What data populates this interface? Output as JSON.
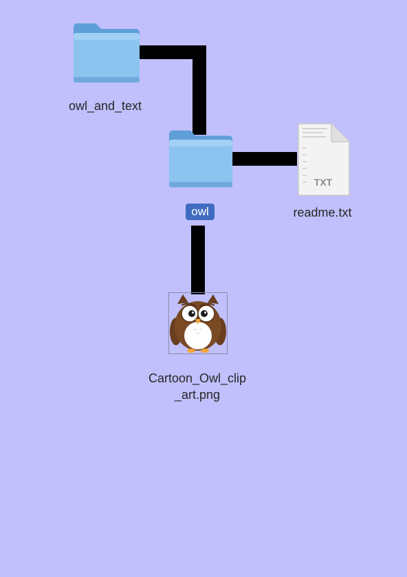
{
  "desktop": {
    "background_color": "#c1c0fd",
    "items": {
      "root_folder": {
        "name": "owl_and_text",
        "kind": "folder",
        "icon": "folder-icon"
      },
      "owl_folder": {
        "name": "owl",
        "kind": "folder",
        "icon": "folder-icon",
        "selected": true
      },
      "readme": {
        "name": "readme.txt",
        "kind": "text-file",
        "icon": "text-file-icon",
        "badge": "TXT"
      },
      "owl_image": {
        "name_line1": "Cartoon_Owl_clip",
        "name_line2": "_art.png",
        "kind": "image-file",
        "icon": "owl-thumbnail-icon"
      }
    },
    "colors": {
      "folder": "#7fb8e8",
      "folder_tab": "#5f9fd8",
      "connector": "#000000",
      "selection": "#3f6cc0"
    }
  }
}
